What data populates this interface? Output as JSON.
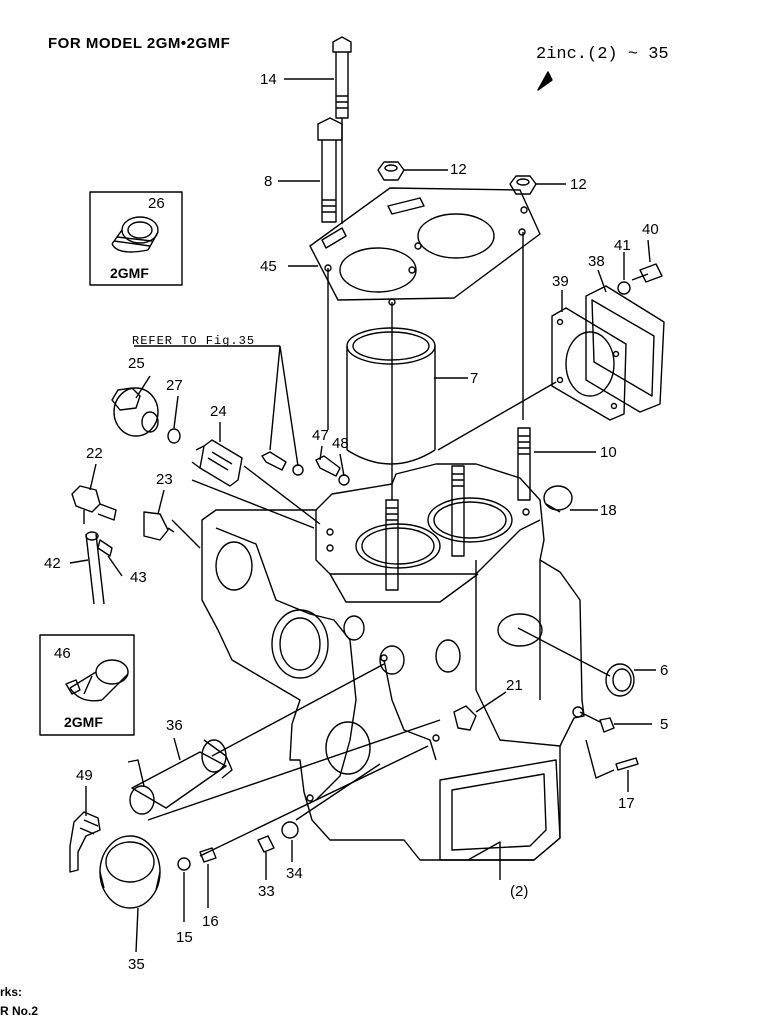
{
  "header": {
    "title": "FOR MODEL 2GM•2GMF",
    "range": "2inc.(2) ~ 35"
  },
  "refer_note": "REFER TO Fig.35",
  "inset_labels": {
    "top": "2GMF",
    "bottom": "2GMF"
  },
  "parts": {
    "p14": "14",
    "p8": "8",
    "p12a": "12",
    "p12b": "12",
    "p26": "26",
    "p45": "45",
    "p40": "40",
    "p41": "41",
    "p38": "38",
    "p39": "39",
    "p7": "7",
    "p25": "25",
    "p27": "27",
    "p24": "24",
    "p47": "47",
    "p48": "48",
    "p10": "10",
    "p22": "22",
    "p23": "23",
    "p18": "18",
    "p42": "42",
    "p43": "43",
    "p46": "46",
    "p6": "6",
    "p21": "21",
    "p5": "5",
    "p36": "36",
    "p49": "49",
    "p17": "17",
    "p33": "33",
    "p34": "34",
    "p15": "15",
    "p16": "16",
    "p35": "35",
    "p2": "(2)"
  },
  "remarks": {
    "line1": "rks:",
    "line2": "R No.2"
  }
}
